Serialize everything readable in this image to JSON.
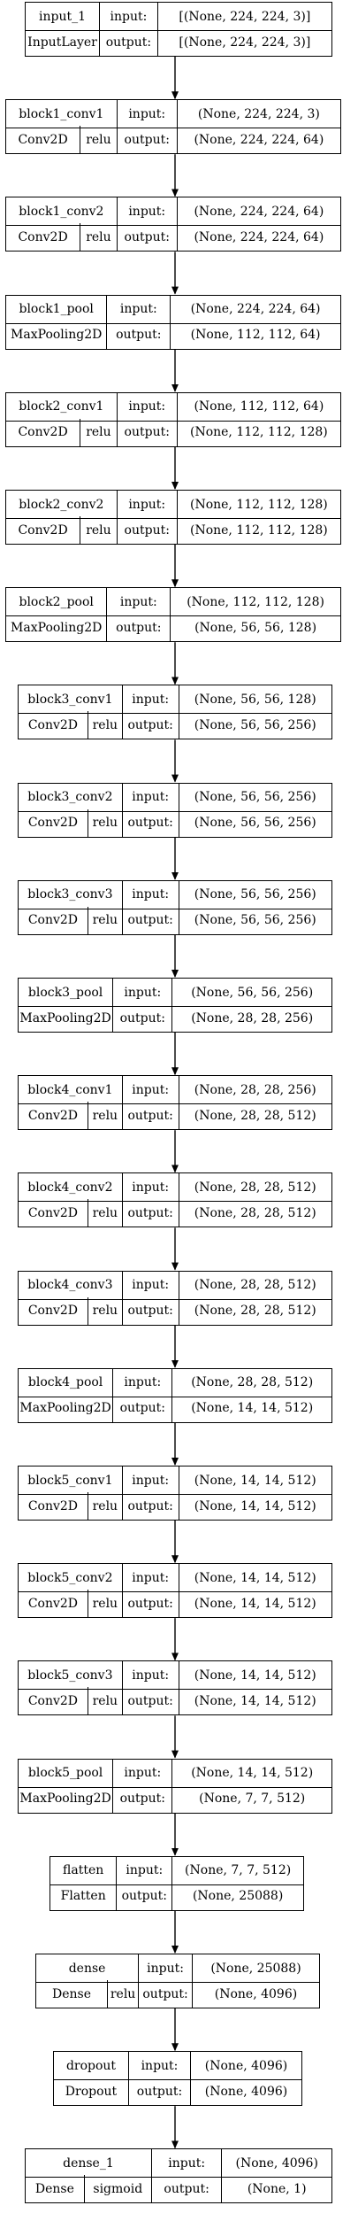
{
  "layers": [
    {
      "name": "input_1",
      "type": "InputLayer",
      "activation": "",
      "input": "[(None, 224, 224, 3)]",
      "output": "[(None, 224, 224, 3)]"
    },
    {
      "name": "block1_conv1",
      "type": "Conv2D",
      "activation": "relu",
      "input": "(None, 224, 224, 3)",
      "output": "(None, 224, 224, 64)"
    },
    {
      "name": "block1_conv2",
      "type": "Conv2D",
      "activation": "relu",
      "input": "(None, 224, 224, 64)",
      "output": "(None, 224, 224, 64)"
    },
    {
      "name": "block1_pool",
      "type": "MaxPooling2D",
      "activation": "",
      "input": "(None, 224, 224, 64)",
      "output": "(None, 112, 112, 64)"
    },
    {
      "name": "block2_conv1",
      "type": "Conv2D",
      "activation": "relu",
      "input": "(None, 112, 112, 64)",
      "output": "(None, 112, 112, 128)"
    },
    {
      "name": "block2_conv2",
      "type": "Conv2D",
      "activation": "relu",
      "input": "(None, 112, 112, 128)",
      "output": "(None, 112, 112, 128)"
    },
    {
      "name": "block2_pool",
      "type": "MaxPooling2D",
      "activation": "",
      "input": "(None, 112, 112, 128)",
      "output": "(None, 56, 56, 128)"
    },
    {
      "name": "block3_conv1",
      "type": "Conv2D",
      "activation": "relu",
      "input": "(None, 56, 56, 128)",
      "output": "(None, 56, 56, 256)"
    },
    {
      "name": "block3_conv2",
      "type": "Conv2D",
      "activation": "relu",
      "input": "(None, 56, 56, 256)",
      "output": "(None, 56, 56, 256)"
    },
    {
      "name": "block3_conv3",
      "type": "Conv2D",
      "activation": "relu",
      "input": "(None, 56, 56, 256)",
      "output": "(None, 56, 56, 256)"
    },
    {
      "name": "block3_pool",
      "type": "MaxPooling2D",
      "activation": "",
      "input": "(None, 56, 56, 256)",
      "output": "(None, 28, 28, 256)"
    },
    {
      "name": "block4_conv1",
      "type": "Conv2D",
      "activation": "relu",
      "input": "(None, 28, 28, 256)",
      "output": "(None, 28, 28, 512)"
    },
    {
      "name": "block4_conv2",
      "type": "Conv2D",
      "activation": "relu",
      "input": "(None, 28, 28, 512)",
      "output": "(None, 28, 28, 512)"
    },
    {
      "name": "block4_conv3",
      "type": "Conv2D",
      "activation": "relu",
      "input": "(None, 28, 28, 512)",
      "output": "(None, 28, 28, 512)"
    },
    {
      "name": "block4_pool",
      "type": "MaxPooling2D",
      "activation": "",
      "input": "(None, 28, 28, 512)",
      "output": "(None, 14, 14, 512)"
    },
    {
      "name": "block5_conv1",
      "type": "Conv2D",
      "activation": "relu",
      "input": "(None, 14, 14, 512)",
      "output": "(None, 14, 14, 512)"
    },
    {
      "name": "block5_conv2",
      "type": "Conv2D",
      "activation": "relu",
      "input": "(None, 14, 14, 512)",
      "output": "(None, 14, 14, 512)"
    },
    {
      "name": "block5_conv3",
      "type": "Conv2D",
      "activation": "relu",
      "input": "(None, 14, 14, 512)",
      "output": "(None, 14, 14, 512)"
    },
    {
      "name": "block5_pool",
      "type": "MaxPooling2D",
      "activation": "",
      "input": "(None, 14, 14, 512)",
      "output": "(None, 7, 7, 512)"
    },
    {
      "name": "flatten",
      "type": "Flatten",
      "activation": "",
      "input": "(None, 7, 7, 512)",
      "output": "(None, 25088)"
    },
    {
      "name": "dense",
      "type": "Dense",
      "activation": "relu",
      "input": "(None, 25088)",
      "output": "(None, 4096)"
    },
    {
      "name": "dropout",
      "type": "Dropout",
      "activation": "",
      "input": "(None, 4096)",
      "output": "(None, 4096)"
    },
    {
      "name": "dense_1",
      "type": "Dense",
      "activation": "sigmoid",
      "input": "(None, 4096)",
      "output": "(None, 1)"
    }
  ],
  "port_labels": {
    "input": "input:",
    "output": "output:"
  }
}
